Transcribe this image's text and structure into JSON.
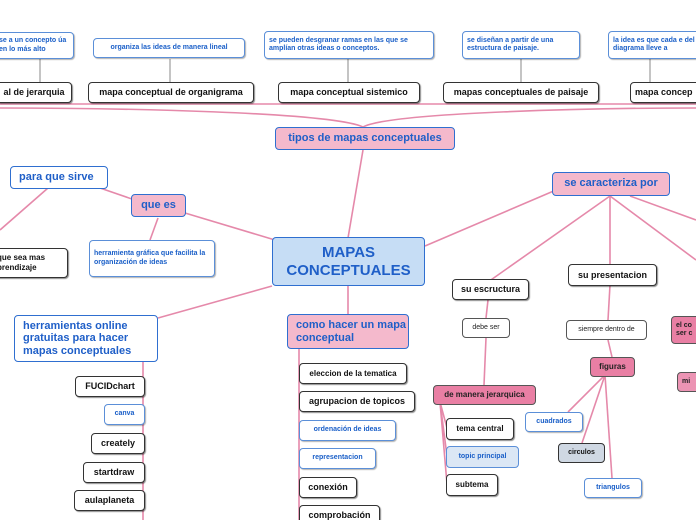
{
  "center": "MAPAS CONCEPTUALES",
  "tipos": "tipos de mapas conceptuales",
  "tipos_items": [
    "al de jerarquia",
    "mapa conceptual de organigrama",
    "mapa conceptual sistemico",
    "mapas conceptuales de paisaje",
    "mapa concep"
  ],
  "tipos_desc": [
    "se a un concepto\núa en lo más alto",
    "organiza las ideas de manera lineal",
    "se pueden desgranar ramas en las que\nse amplían otras ideas o conceptos.",
    "se diseñan a partir de una\nestructura de paisaje.",
    "la idea es que cada e\ndel diagrama lleve a"
  ],
  "que_es": "que es",
  "que_es_desc": "herramienta gráfica que facilita la organización de ideas",
  "para_que_sirve": "para que sirve",
  "para_que_sirve_item": "que sea mas\nprendizaje",
  "herramientas": "herramientas online gratuitas para hacer mapas conceptuales",
  "herramientas_items": [
    "FUCIDchart",
    "canva",
    "creately",
    "startdraw",
    "aulaplaneta"
  ],
  "como_hacer": "como hacer un mapa conceptual",
  "como_hacer_items": [
    "eleccion de la tematica",
    "agrupacion de topicos",
    "ordenación de ideas",
    "representacion",
    "conexión",
    "comprobación"
  ],
  "se_caracteriza": "se caracteriza por",
  "su_escructura": "su escructura",
  "debe_ser": "debe ser",
  "jerarquica": "de manera jerarquica",
  "jerarquica_items": [
    "tema central",
    "topic principal",
    "subtema"
  ],
  "su_presentacion": "su presentacion",
  "siempre_dentro": "siempre dentro de",
  "figuras": "figuras",
  "figuras_items": [
    "cuadrados",
    "circulos",
    "triangulos"
  ],
  "right_clip_1": "el co\nser c",
  "right_clip_2": "mi"
}
